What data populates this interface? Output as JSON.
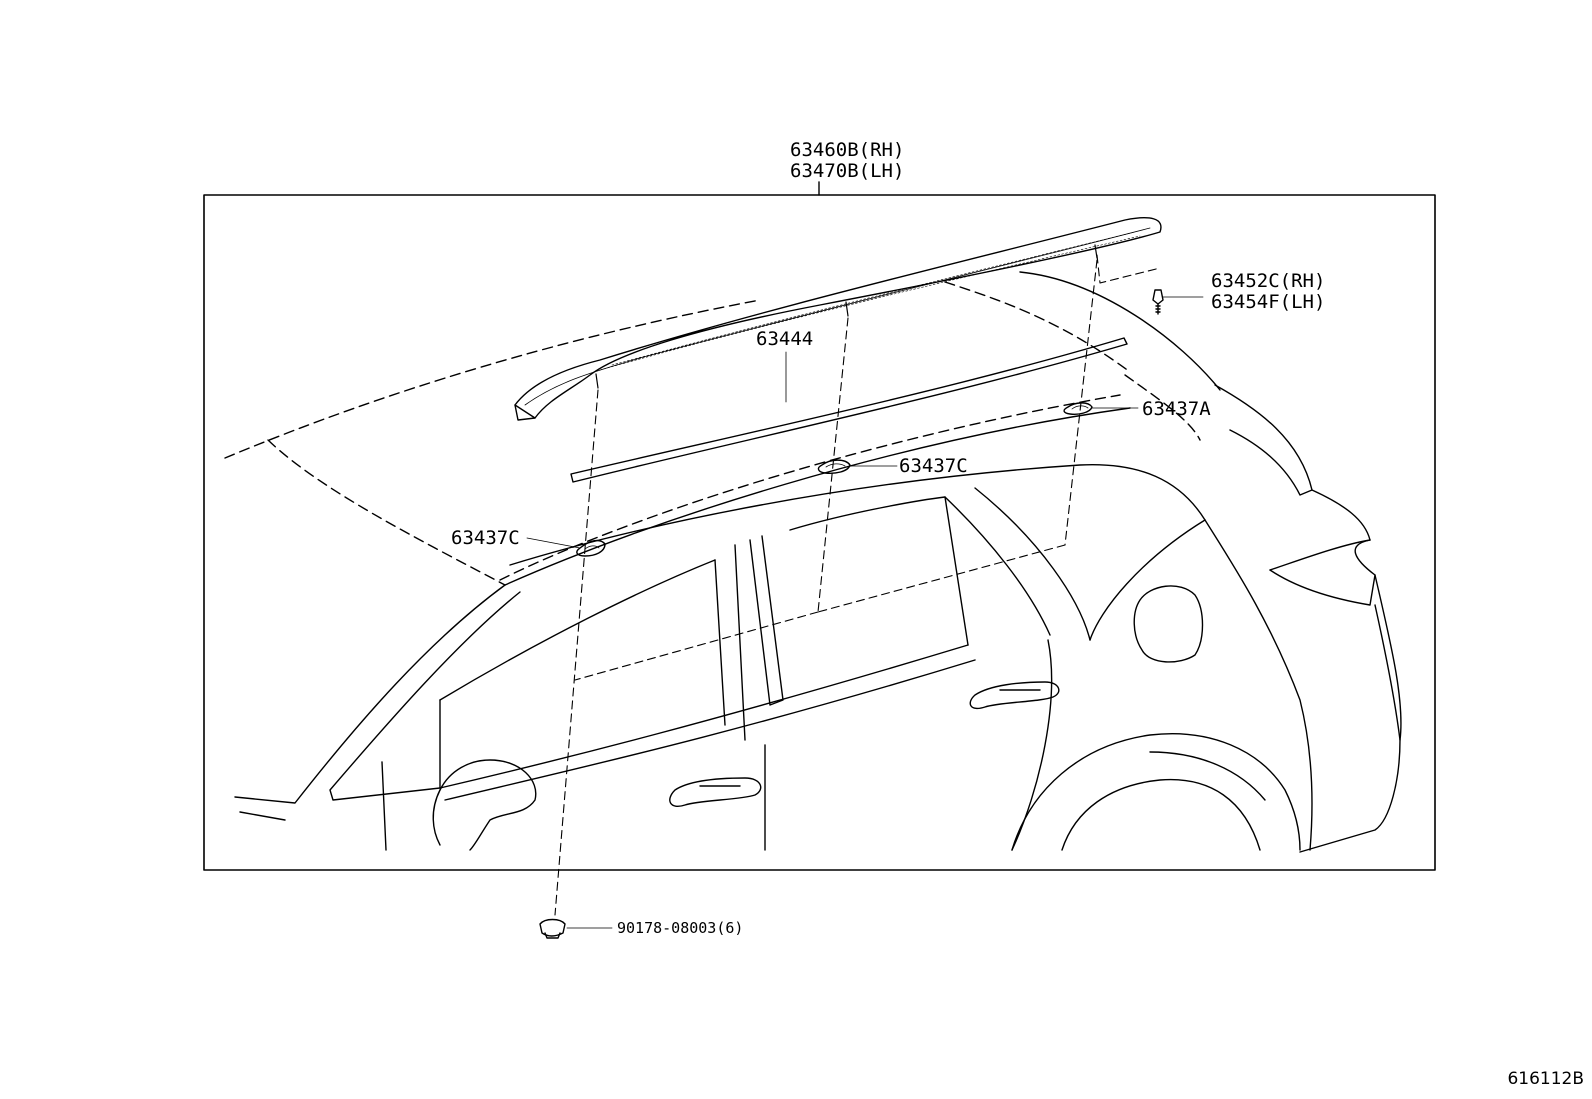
{
  "diagram": {
    "parts": {
      "roof_rack_rail": {
        "rh": "63460B(RH)",
        "lh": "63470B(LH)"
      },
      "rail_end_clip": {
        "rh": "63452C(RH)",
        "lh": "63454F(LH)"
      },
      "roof_moulding": "63444",
      "pad_rear": "63437A",
      "pad_center": "63437C",
      "pad_front": "63437C",
      "nut": "90178-08003(6)"
    },
    "drawing_id": "616112B"
  }
}
